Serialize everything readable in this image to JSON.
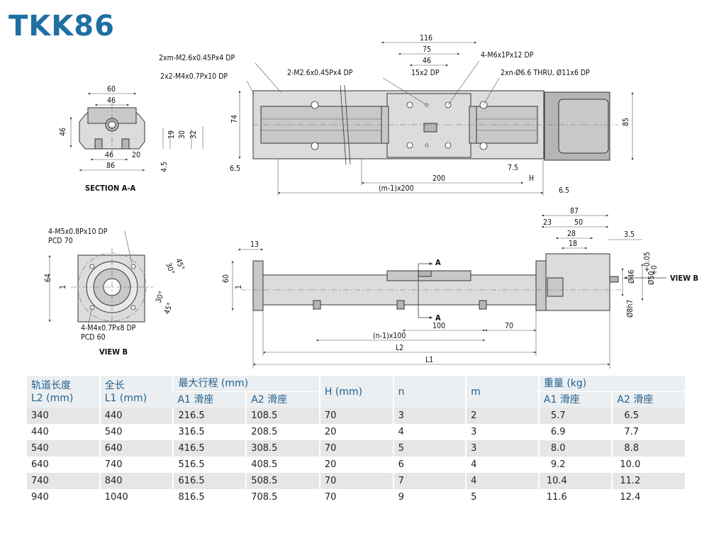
{
  "title": "TKK86",
  "drawing": {
    "labels": {
      "section_aa": "SECTION A-A",
      "view_b": "VIEW B",
      "view_b_arrow": "VIEW B",
      "a_top": "A",
      "a_bottom": "A",
      "note_2xm": "2xm-M2.6x0.45Px4 DP",
      "note_2x2": "2x2-M4x0.7Px10 DP",
      "note_2m26": "2-M2.6x0.45Px4 DP",
      "note_4m6": "4-M6x1Px12 DP",
      "note_2xn": "2xn-Ø6.6 THRU, Ø11x6 DP",
      "note_4m5": "4-M5x0.8Px10 DP",
      "note_pcd70": "PCD 70",
      "note_4m4": "4-M4x0.7Px8 DP",
      "note_pcd60": "PCD 60"
    },
    "dims": {
      "d60": "60",
      "d46a": "46",
      "d46b": "46",
      "d46c": "46",
      "d20": "20",
      "d86": "86",
      "d19": "19",
      "d30": "30",
      "d32": "32",
      "d4_5": "4.5",
      "d116": "116",
      "d75": "75",
      "d46top": "46",
      "d15x2": "15x2 DP",
      "d74": "74",
      "d85": "85",
      "d6_5a": "6.5",
      "d7_5": "7.5",
      "dH": "H",
      "d200": "200",
      "d_m1": "(m-1)x200",
      "d6_5b": "6.5",
      "d64": "64",
      "d1a": "1",
      "d45a": "45°",
      "d30a": "30°",
      "d30b": "30°",
      "d45b": "45°",
      "d13": "13",
      "d60side": "60",
      "d1b": "1",
      "d87": "87",
      "d23": "23",
      "d50": "50",
      "d28": "28",
      "d18": "18",
      "d3_5": "3.5",
      "d_phi46": "Ø46",
      "d_phi50": "Ø50",
      "d_tol_plus": "+0.05",
      "d_tol_zero": "+0",
      "d_phi8": "Ø8h7",
      "d100": "100",
      "d70": "70",
      "d_n1": "(n-1)x100",
      "dL2": "L2",
      "dL1": "L1"
    }
  },
  "table": {
    "headers": {
      "l2_line1": "轨道长度",
      "l2_line2": "L2 (mm)",
      "l1_line1": "全长",
      "l1_line2": "L1 (mm)",
      "stroke": "最大行程 (mm)",
      "stroke_a1": "A1 滑座",
      "stroke_a2": "A2 滑座",
      "h": "H (mm)",
      "n": "n",
      "m": "m",
      "weight": "重量 (kg)",
      "weight_a1": "A1 滑座",
      "weight_a2": "A2 滑座"
    },
    "rows": [
      [
        "340",
        "440",
        "216.5",
        "108.5",
        "70",
        "3",
        "2",
        "5.7",
        "6.5"
      ],
      [
        "440",
        "540",
        "316.5",
        "208.5",
        "20",
        "4",
        "3",
        "6.9",
        "7.7"
      ],
      [
        "540",
        "640",
        "416.5",
        "308.5",
        "70",
        "5",
        "3",
        "8.0",
        "8.8"
      ],
      [
        "640",
        "740",
        "516.5",
        "408.5",
        "20",
        "6",
        "4",
        "9.2",
        "10.0"
      ],
      [
        "740",
        "840",
        "616.5",
        "508.5",
        "70",
        "7",
        "4",
        "10.4",
        "11.2"
      ],
      [
        "940",
        "1040",
        "816.5",
        "708.5",
        "70",
        "9",
        "5",
        "11.6",
        "12.4"
      ]
    ]
  }
}
